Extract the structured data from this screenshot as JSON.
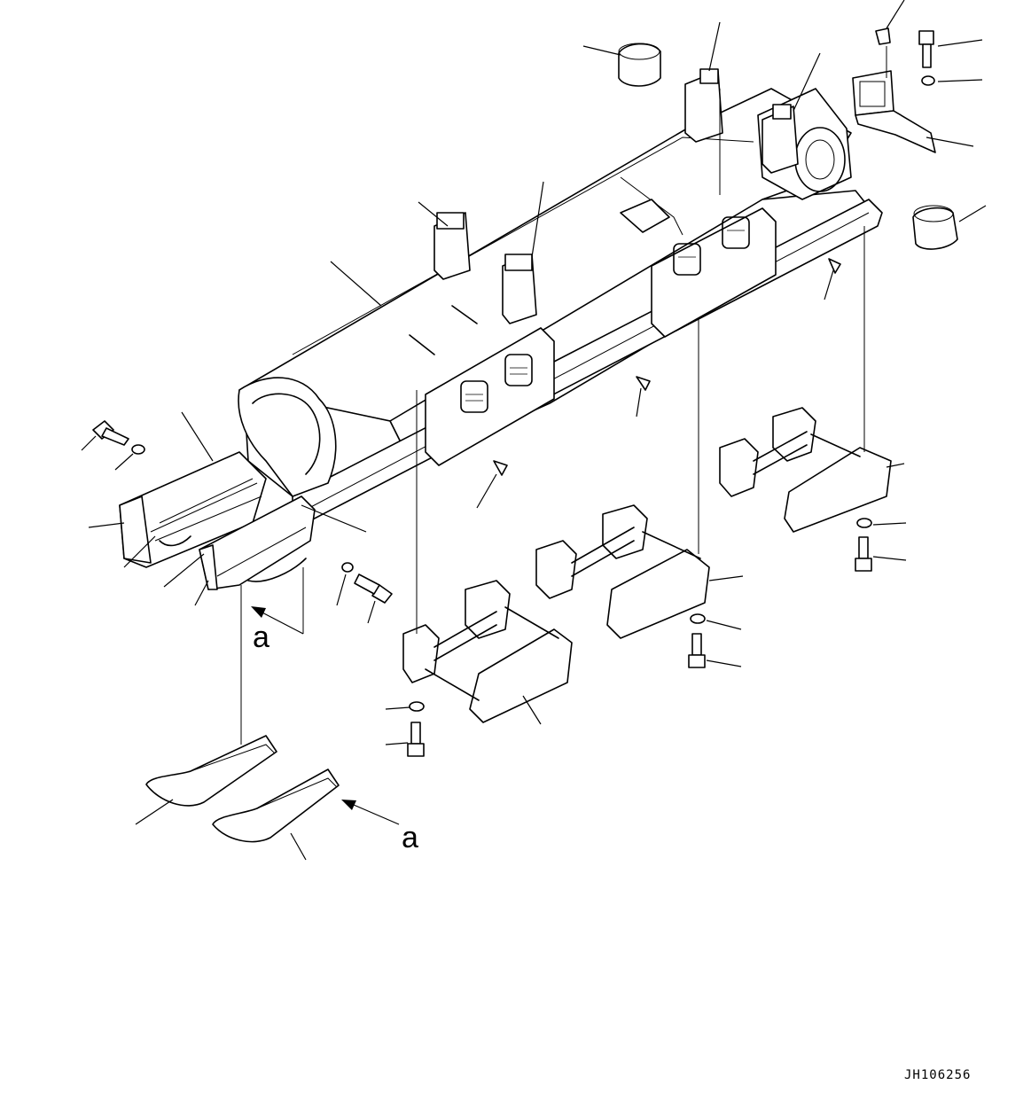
{
  "figure": {
    "view_marker_label": "a",
    "view_marker_label_2": "a",
    "drawing_code": "JH106256"
  }
}
